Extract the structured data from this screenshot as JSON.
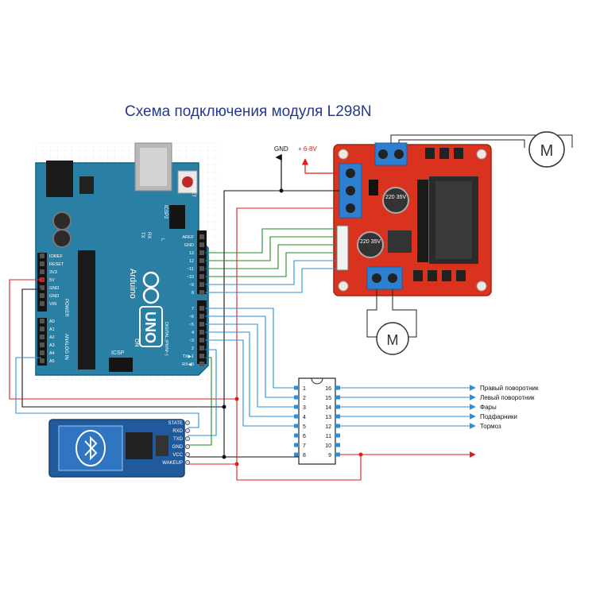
{
  "title": "Схема подключения модуля L298N",
  "power": {
    "gnd_label": "GND",
    "vin_label": "+ 6-8V"
  },
  "arduino": {
    "reset_label": "RESET",
    "icsp2_label": "ICSP2",
    "tx_label": "TX",
    "rx_label": "RX",
    "l_label": "L",
    "brand": "Arduino",
    "model": "UNO",
    "on_label": "ON",
    "icsp_label": "ICSP",
    "power_header_label": "POWER",
    "analog_label": "ANALOG IN",
    "digital_label": "DIGITAL (PWM~)",
    "power_pins": [
      "IOREF",
      "RESET",
      "3V3",
      "5V",
      "GND",
      "GND",
      "VIN"
    ],
    "analog_pins": [
      "A0",
      "A1",
      "A2",
      "A3",
      "A4",
      "A5"
    ],
    "top_pins": [
      "AREF",
      "GND",
      "13",
      "12",
      "~11",
      "~10",
      "~9",
      "8"
    ],
    "digital_pins": [
      "7",
      "~6",
      "~5",
      "4",
      "~3",
      "2",
      "TX▶1",
      "RX◀0"
    ]
  },
  "bluetooth": {
    "pins": [
      "STATE",
      "RXD",
      "TXD",
      "GND",
      "VCC",
      "WAKEUP"
    ]
  },
  "l298n": {
    "cap1": "220 35V",
    "cap2": "220 35V"
  },
  "chip": {
    "left_pins": [
      "1",
      "2",
      "3",
      "4",
      "5",
      "6",
      "7",
      "8"
    ],
    "right_pins": [
      "16",
      "15",
      "14",
      "13",
      "12",
      "11",
      "10",
      "9"
    ]
  },
  "outputs": [
    "Правый поворотник",
    "Левый поворотник",
    "Фары",
    "Подфарники",
    "Тормоз"
  ],
  "motor_label": "M",
  "colors": {
    "board": "#2a7fa5",
    "l298n": "#d9331f",
    "terminal": "#2f7fd0",
    "wire_red": "#e01b1b",
    "wire_blue": "#2b8fd8",
    "wire_green": "#1f8a2a",
    "wire_black": "#111111",
    "title": "#243a8c"
  }
}
